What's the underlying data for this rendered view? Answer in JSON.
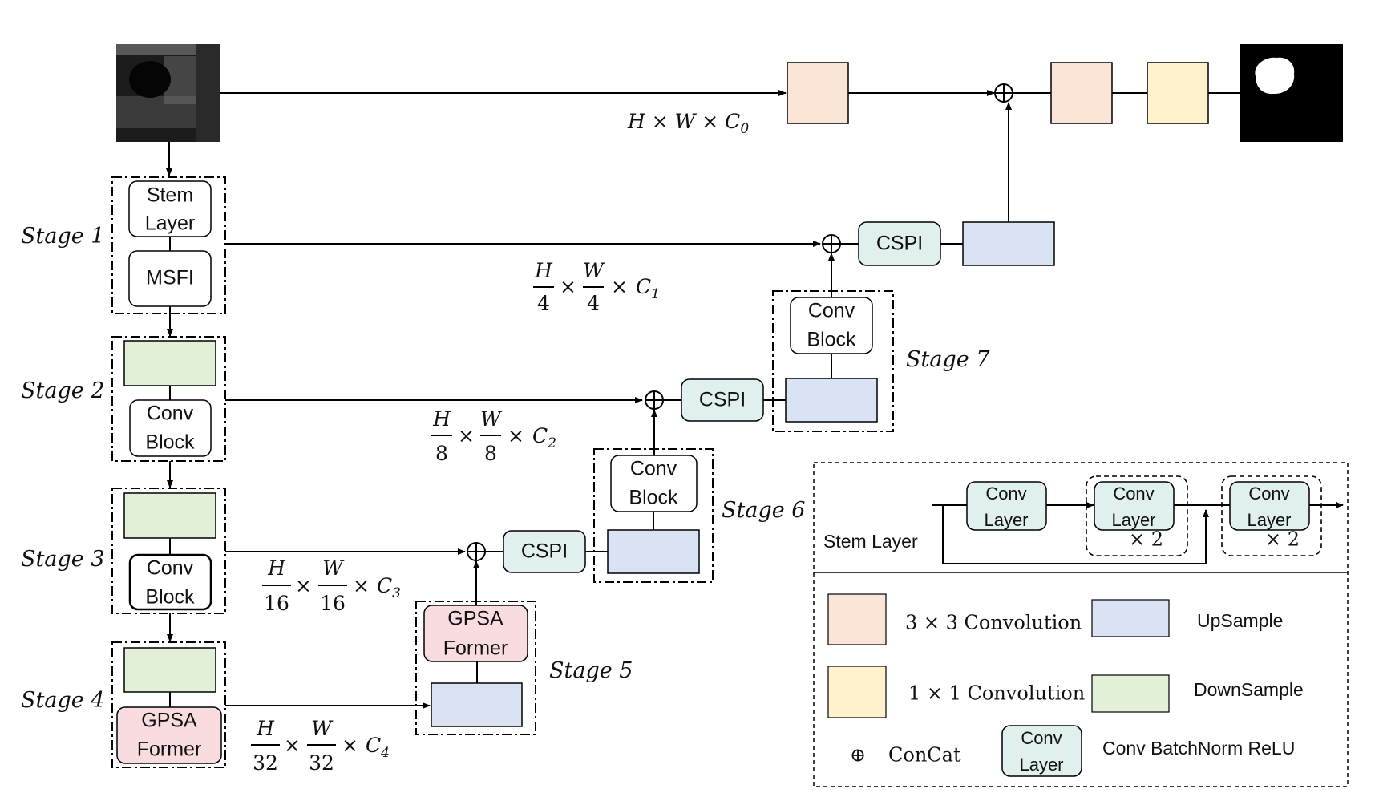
{
  "colors": {
    "conv3x3": "#fbe5d6",
    "conv1x1": "#fff2cc",
    "upsample": "#dae3f3",
    "downsample": "#e2f0d9",
    "cbr": "#dff0ee",
    "gpsa": "#f8dcdf"
  },
  "stages": {
    "s1": "Stage 1",
    "s2": "Stage 2",
    "s3": "Stage 3",
    "s4": "Stage 4",
    "s5": "Stage 5",
    "s6": "Stage 6",
    "s7": "Stage 7"
  },
  "blocks": {
    "stem_l1": "Stem",
    "stem_l2": "Layer",
    "msfi": "MSFI",
    "conv": "Conv",
    "block": "Block",
    "gpsa": "GPSA",
    "former": "Former",
    "cspi": "CSPI"
  },
  "dims": {
    "d0": {
      "main": "H × W × C",
      "sub": "0"
    },
    "d1": {
      "num_h": "H",
      "den_h": "4",
      "num_w": "W",
      "den_w": "4",
      "times": "×",
      "c": "C",
      "sub": "1"
    },
    "d2": {
      "num_h": "H",
      "den_h": "8",
      "num_w": "W",
      "den_w": "8",
      "times": "×",
      "c": "C",
      "sub": "2"
    },
    "d3": {
      "num_h": "H",
      "den_h": "16",
      "num_w": "W",
      "den_w": "16",
      "times": "×",
      "c": "C",
      "sub": "3"
    },
    "d4": {
      "num_h": "H",
      "den_h": "32",
      "num_w": "W",
      "den_w": "32",
      "times": "×",
      "c": "C",
      "sub": "4"
    }
  },
  "legend": {
    "stem_layer": "Stem Layer",
    "conv_l1": "Conv",
    "conv_l2": "Layer",
    "times2": "× 2",
    "conv3x3": "3 × 3 Convolution",
    "conv1x1": "1 × 1 Convolution",
    "upsample": "UpSample",
    "downsample": "DownSample",
    "concat_symbol": "⊕",
    "concat": "ConCat",
    "cbr": "Conv BatchNorm ReLU"
  }
}
